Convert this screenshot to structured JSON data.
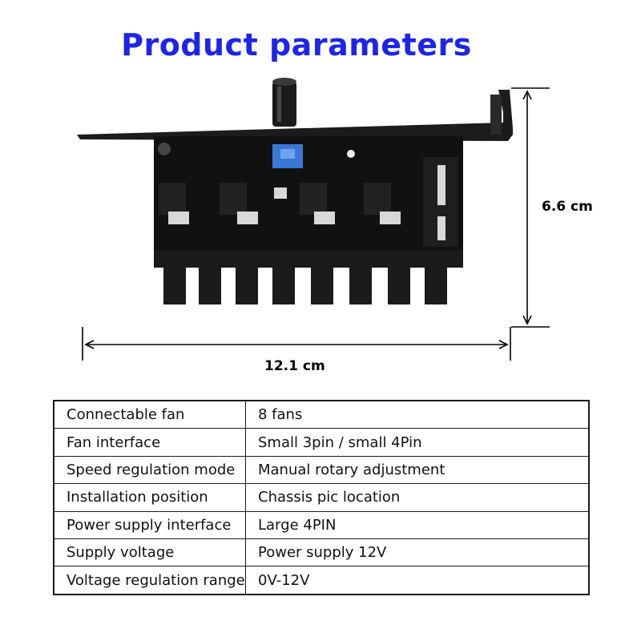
{
  "title": "Product parameters",
  "dimensions": {
    "height": "6.6 cm",
    "width": "12.1 cm"
  },
  "colors": {
    "title": "#1c26e8",
    "board": "#111111",
    "adjuster_switch": "#3a78d8"
  },
  "parameters": [
    {
      "label": "Connectable fan",
      "value": "8 fans"
    },
    {
      "label": "Fan interface",
      "value": "Small 3pin / small 4Pin"
    },
    {
      "label": "Speed regulation mode",
      "value": "Manual rotary adjustment"
    },
    {
      "label": "Installation position",
      "value": "Chassis pic location"
    },
    {
      "label": "Power supply interface",
      "value": "Large 4PIN"
    },
    {
      "label": "Supply voltage",
      "value": "Power supply 12V"
    },
    {
      "label": "Voltage regulation range",
      "value": "0V-12V"
    }
  ]
}
